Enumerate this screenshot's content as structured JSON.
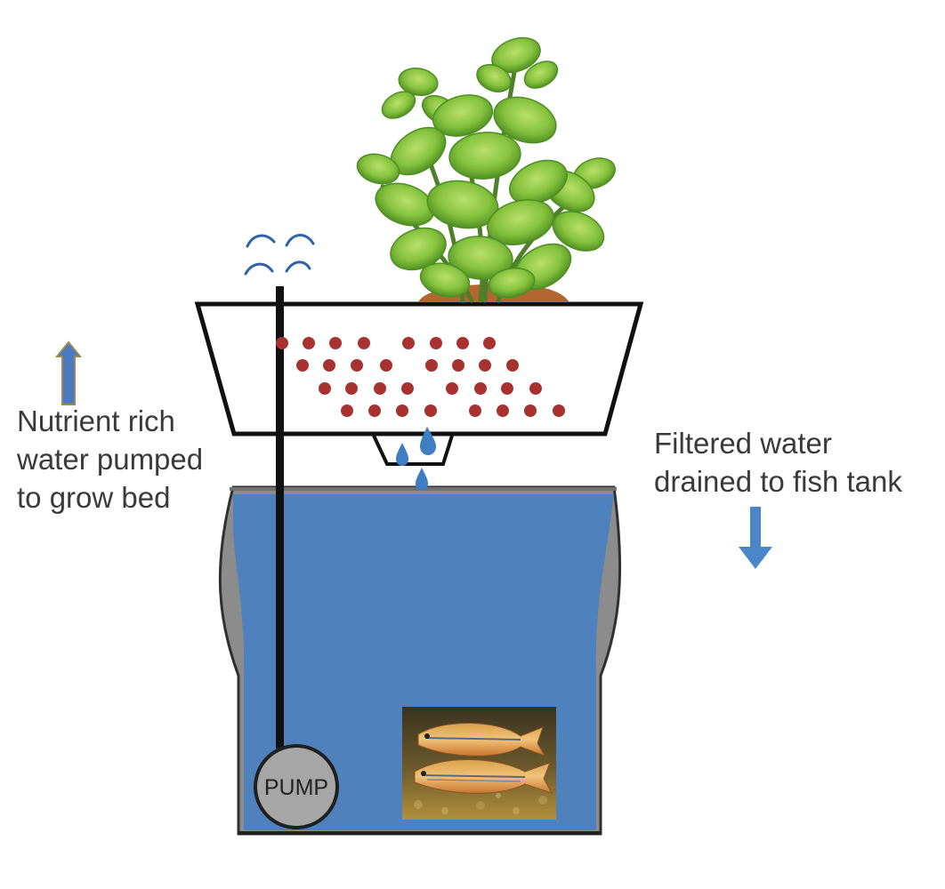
{
  "labels": {
    "pumped": [
      "Nutrient rich",
      "water pumped",
      "to grow bed"
    ],
    "drained": [
      "Filtered water",
      "drained to fish tank"
    ],
    "pump": "PUMP"
  },
  "colors": {
    "water": "#4f81bd",
    "tank_edge": "#8c8c8c",
    "pump": "#a6a6a6",
    "gravel": "#a8322f",
    "droplet": "#3f7ec2",
    "leaf": "#7fbf3a",
    "leaf_dark": "#4e8f24",
    "pot": "#b5652f",
    "up_arrow": "#6f86a3",
    "down_arrow": "#4a86c8"
  },
  "icons": [
    "plant-icon",
    "fish-photo",
    "up-arrow-icon",
    "down-arrow-icon",
    "water-spray-icon",
    "water-droplet-icon"
  ]
}
